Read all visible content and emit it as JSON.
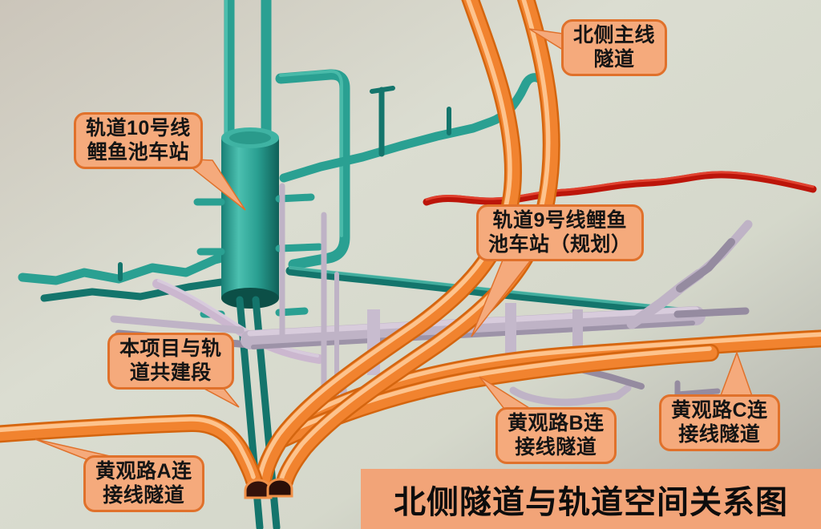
{
  "title": {
    "text": "北侧隧道与轨道空间关系图"
  },
  "callouts": [
    {
      "id": "north-mainline-tunnel",
      "line1": "北侧主线",
      "line2": "隧道"
    },
    {
      "id": "rail-line10-liyuchi-station",
      "line1": "轨道10号线",
      "line2": "鲤鱼池车站"
    },
    {
      "id": "rail-line9-liyuchi-station-planned",
      "line1": "轨道9号线鲤鱼",
      "line2": "池车站（规划）"
    },
    {
      "id": "project-rail-cobuild-section",
      "line1": "本项目与轨",
      "line2": "道共建段"
    },
    {
      "id": "huangguan-road-a-connection-tunnel",
      "line1": "黄观路A连",
      "line2": "接线隧道"
    },
    {
      "id": "huangguan-road-b-connection-tunnel",
      "line1": "黄观路B连",
      "line2": "接线隧道"
    },
    {
      "id": "huangguan-road-c-connection-tunnel",
      "line1": "黄观路C连",
      "line2": "接线隧道"
    }
  ],
  "colors": {
    "callout_fill": "#F5AA7C",
    "callout_border": "#E0712B",
    "title_bg": "#F2A478",
    "text": "#151515",
    "teal": "#2AA092",
    "teal_dark": "#14756C",
    "teal_light": "#55C4B4",
    "orange": "#F1832F",
    "orange_dark": "#D4650F",
    "orange_light": "#FFCF9E",
    "red": "#BC150A",
    "lavender": "#BFB3C6",
    "lavender_light": "#DACEDE",
    "portal": "#33120B"
  }
}
